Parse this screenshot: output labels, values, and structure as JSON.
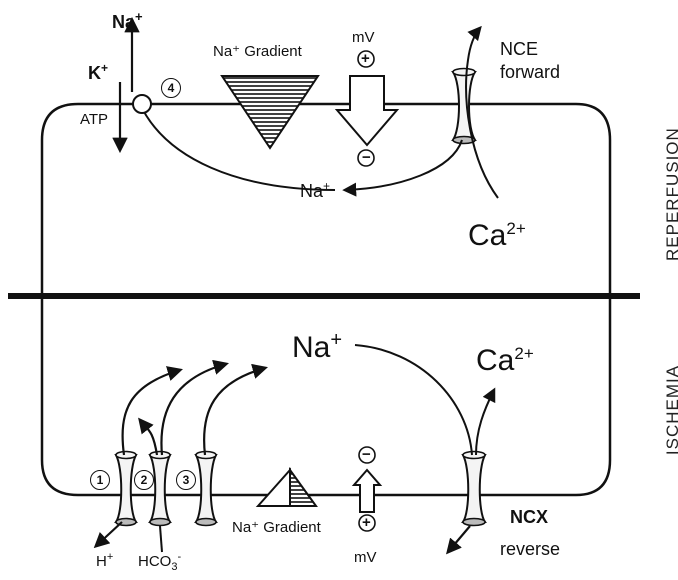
{
  "colors": {
    "stroke": "#111111",
    "channel_fill": "#f4f4f4",
    "background": "#ffffff"
  },
  "reperfusion": {
    "side_label": "REPERFUSION",
    "pump": {
      "na_label": "Na",
      "na_sup": "+",
      "k_label": "K",
      "k_sup": "+",
      "atp_label": "ATP",
      "number": "4"
    },
    "gradient_label": "Na⁺ Gradient",
    "mv_label": "mV",
    "mv_top_sign": "+",
    "mv_bottom_sign": "−",
    "na_inside": "Na",
    "na_inside_sup": "+",
    "ncx_line1": "NCE",
    "ncx_line2": "forward",
    "ca_label": "Ca",
    "ca_sup": "2+"
  },
  "ischemia": {
    "side_label": "ISCHEMIA",
    "channel_numbers": [
      "1",
      "2",
      "3"
    ],
    "h_label": "H",
    "h_sup": "+",
    "hco3_label": "HCO",
    "hco3_sub": "3",
    "hco3_sup": "-",
    "gradient_label": "Na⁺ Gradient",
    "mv_label": "mV",
    "mv_top_sign": "−",
    "mv_bottom_sign": "+",
    "na_label": "Na",
    "na_sup": "+",
    "ca_label": "Ca",
    "ca_sup": "2+",
    "ncx_line1": "NCX",
    "ncx_line2": "reverse"
  }
}
